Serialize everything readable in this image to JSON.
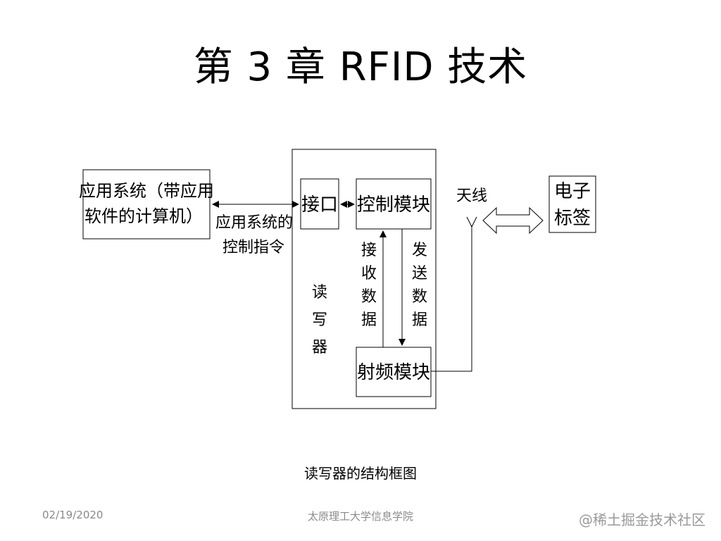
{
  "slide": {
    "title": "第 3 章   RFID 技术",
    "caption": "读写器的结构框图",
    "footer_date": "02/19/2020",
    "footer_school": "太原理工大学信息学院",
    "watermark": "@稀土掘金技术社区"
  },
  "diagram": {
    "app_system": [
      "应用系统（带应用",
      "软件的计算机）"
    ],
    "app_command": [
      "应用系统的",
      "控制指令"
    ],
    "interface": "接口",
    "control_module": "控制模块",
    "receive_data": [
      "接",
      "收",
      "数",
      "据"
    ],
    "send_data": [
      "发",
      "送",
      "数",
      "据"
    ],
    "reader": [
      "读",
      "写",
      "器"
    ],
    "rf_module": "射频模块",
    "antenna": "天线",
    "tag": [
      "电子",
      "标签"
    ]
  }
}
